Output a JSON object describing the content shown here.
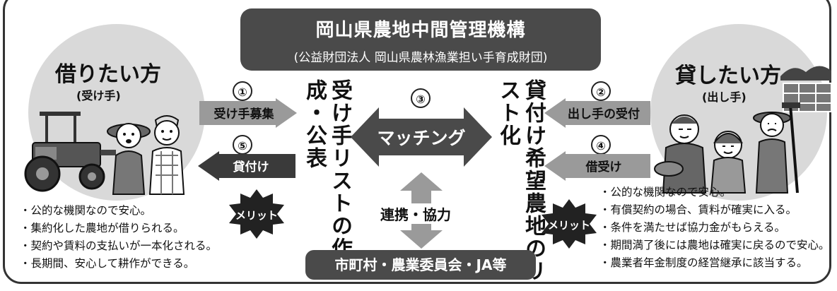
{
  "organization": {
    "name": "岡山県農地中間管理機構",
    "subtitle": "(公益財団法人 岡山県農林漁業担い手育成財団)"
  },
  "borrower": {
    "title": "借りたい方",
    "subtitle": "(受け手)"
  },
  "lender": {
    "title": "貸したい方",
    "subtitle": "(出し手)"
  },
  "center_left_vertical": "受け手リストの作成・公表",
  "center_right_vertical": "貸付け希望農地のリスト化",
  "steps": [
    {
      "num": "①",
      "label": "受け手募集"
    },
    {
      "num": "②",
      "label": "出し手の受付"
    },
    {
      "num": "③",
      "label": "マッチング"
    },
    {
      "num": "④",
      "label": "借受け"
    },
    {
      "num": "⑤",
      "label": "貸付け"
    }
  ],
  "cooperation": "連携・協力",
  "partners": "市町村・農業委員会・JA等",
  "merit_label": "メリット",
  "borrower_merits": [
    "公的な機関なので安心。",
    "集約化した農地が借りられる。",
    "契約や賃料の支払いが一本化される。",
    "長期間、安心して耕作ができる。"
  ],
  "lender_merits": [
    "公的な機関なので安心。",
    "有償契約の場合、賃料が確実に入る。",
    "条件を満たせば協力金がもらえる。",
    "期間満了後には農地は確実に戻るので安心。",
    "農業者年金制度の経営継承に該当する。"
  ],
  "colors": {
    "dark": "#4a4a4a",
    "arrow_gray": "#9a9a9a",
    "arrow_dark": "#3a3a3a",
    "blob": "#d9d9d9"
  }
}
